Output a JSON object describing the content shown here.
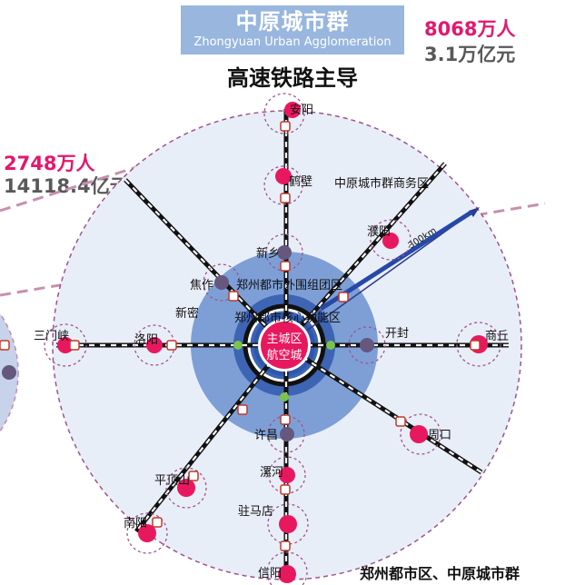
{
  "header": {
    "title_zh": "中原城市群",
    "title_en": "Zhongyuan Urban Agglomeration",
    "subtitle": "高速铁路主导"
  },
  "stats": {
    "outer_population": "8068万人",
    "outer_gdp": "3.1万亿元",
    "inner_population": "2748万人",
    "inner_gdp": "14118.4亿元"
  },
  "zones": {
    "outer_business": "中原城市群商务区",
    "metro_periphery": "郑州都市外围组团区",
    "metro_core": "郑州都市核心功能区",
    "center_line1": "主城区",
    "center_line2": "航空城"
  },
  "radius_label": "300km",
  "cities": {
    "anyang": "安阳",
    "hebi": "鹤壁",
    "puyang": "濮阳",
    "xinxiang": "新乡",
    "jiaozuo": "焦作",
    "xinmi": "新密",
    "sanmenxia": "三门峡",
    "luoyang": "洛阳",
    "kaifeng": "开封",
    "shangqiu": "商丘",
    "zhoukou": "周口",
    "xuchang": "许昌",
    "luohe": "漯河",
    "pingdingshan": "平顶山",
    "zhumadian": "驻马店",
    "nanyang": "南阳",
    "xinyang": "信阳"
  },
  "footer": "郑州都市区、中原城市群",
  "colors": {
    "outer_ring": "#e8eef8",
    "periphery_ring": "#7d9fd6",
    "core_ring": "#3e64b4",
    "city_dot": "#e8185f",
    "node_dot": "#65577e",
    "dashed_circle": "#a0548b",
    "title_bg": "#98b6de"
  }
}
